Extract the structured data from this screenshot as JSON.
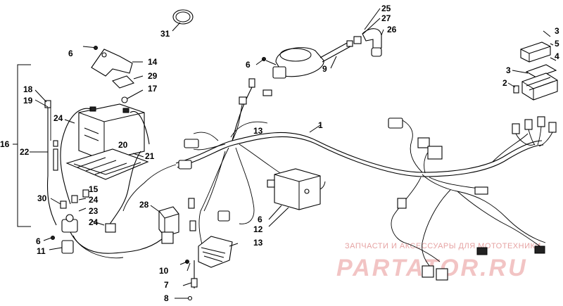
{
  "callouts": [
    {
      "id": "c1",
      "label": "1"
    },
    {
      "id": "c2a",
      "label": "2"
    },
    {
      "id": "c3a",
      "label": "3"
    },
    {
      "id": "c3b",
      "label": "3"
    },
    {
      "id": "c4",
      "label": "4"
    },
    {
      "id": "c5",
      "label": "5"
    },
    {
      "id": "c6a",
      "label": "6"
    },
    {
      "id": "c6b",
      "label": "6"
    },
    {
      "id": "c6c",
      "label": "6"
    },
    {
      "id": "c6d",
      "label": "6"
    },
    {
      "id": "c7",
      "label": "7"
    },
    {
      "id": "c8",
      "label": "8"
    },
    {
      "id": "c9",
      "label": "9"
    },
    {
      "id": "c10",
      "label": "10"
    },
    {
      "id": "c11",
      "label": "11"
    },
    {
      "id": "c12",
      "label": "12"
    },
    {
      "id": "c13a",
      "label": "13"
    },
    {
      "id": "c13b",
      "label": "13"
    },
    {
      "id": "c14",
      "label": "14"
    },
    {
      "id": "c15",
      "label": "15"
    },
    {
      "id": "c16",
      "label": "16"
    },
    {
      "id": "c17",
      "label": "17"
    },
    {
      "id": "c18",
      "label": "18"
    },
    {
      "id": "c19",
      "label": "19"
    },
    {
      "id": "c20",
      "label": "20"
    },
    {
      "id": "c21",
      "label": "21"
    },
    {
      "id": "c22",
      "label": "22"
    },
    {
      "id": "c23",
      "label": "23"
    },
    {
      "id": "c24a",
      "label": "24"
    },
    {
      "id": "c24b",
      "label": "24"
    },
    {
      "id": "c24c",
      "label": "24"
    },
    {
      "id": "c25",
      "label": "25"
    },
    {
      "id": "c26",
      "label": "26"
    },
    {
      "id": "c27",
      "label": "27"
    },
    {
      "id": "c28",
      "label": "28"
    },
    {
      "id": "c29",
      "label": "29"
    },
    {
      "id": "c30",
      "label": "30"
    },
    {
      "id": "c31",
      "label": "31"
    }
  ],
  "watermark": {
    "caption": "ЗАПЧАСТИ И АКСЕССУАРЫ ДЛЯ МОТОТЕХНИКИ",
    "brand": "PARTATOR.RU",
    "color": "#e6a3a3"
  }
}
